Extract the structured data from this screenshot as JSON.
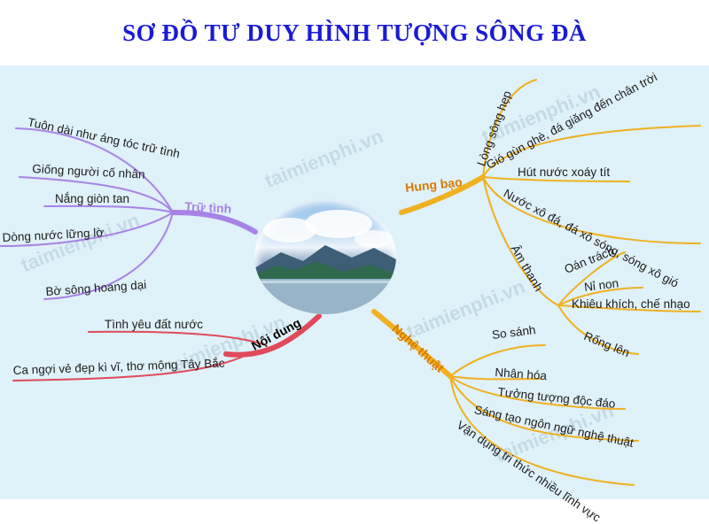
{
  "title": "SƠ ĐỒ TƯ DUY HÌNH TƯỢNG SÔNG ĐÀ",
  "watermark": "taimienphi.vn",
  "colors": {
    "title": "#1a1ad6",
    "tru_tinh": "#a883e6",
    "noi_dung": "#e04a5a",
    "hung_bao": "#f0b020",
    "nghe_thuat": "#f0b020",
    "background": "#dff1f9"
  },
  "branches": {
    "tru_tinh": {
      "label": "Trữ tình",
      "items": [
        "Tuôn dài như áng tóc trữ tình",
        "Giống người cố nhân",
        "Nắng giòn tan",
        "Dòng nước lững lờ",
        "Bờ sông hoang dại"
      ]
    },
    "noi_dung": {
      "label": "Nội dung",
      "items": [
        "Tình yêu đất nước",
        "Ca ngợi vẻ đẹp kì vĩ, thơ mộng Tây Bắc"
      ]
    },
    "hung_bao": {
      "label": "Hung bạo",
      "items": [
        "Lòng sông hẹp",
        "Gió gùn ghè, đá giăng đến chân trời",
        "Hút nước xoáy tít",
        "Nước xô đá, đá xô sóng, sóng xô gió",
        "Âm thanh"
      ],
      "am_thanh": [
        "Oán trách",
        "Nỉ non",
        "Khiêu khích, chế nhạo",
        "Rống lên"
      ]
    },
    "nghe_thuat": {
      "label": "Nghệ thuật",
      "items": [
        "So sánh",
        "Nhân hóa",
        "Tưởng tượng độc đáo",
        "Sáng tạo ngôn ngữ nghệ thuật",
        "Vận dụng tri thức nhiều lĩnh vực"
      ]
    }
  }
}
